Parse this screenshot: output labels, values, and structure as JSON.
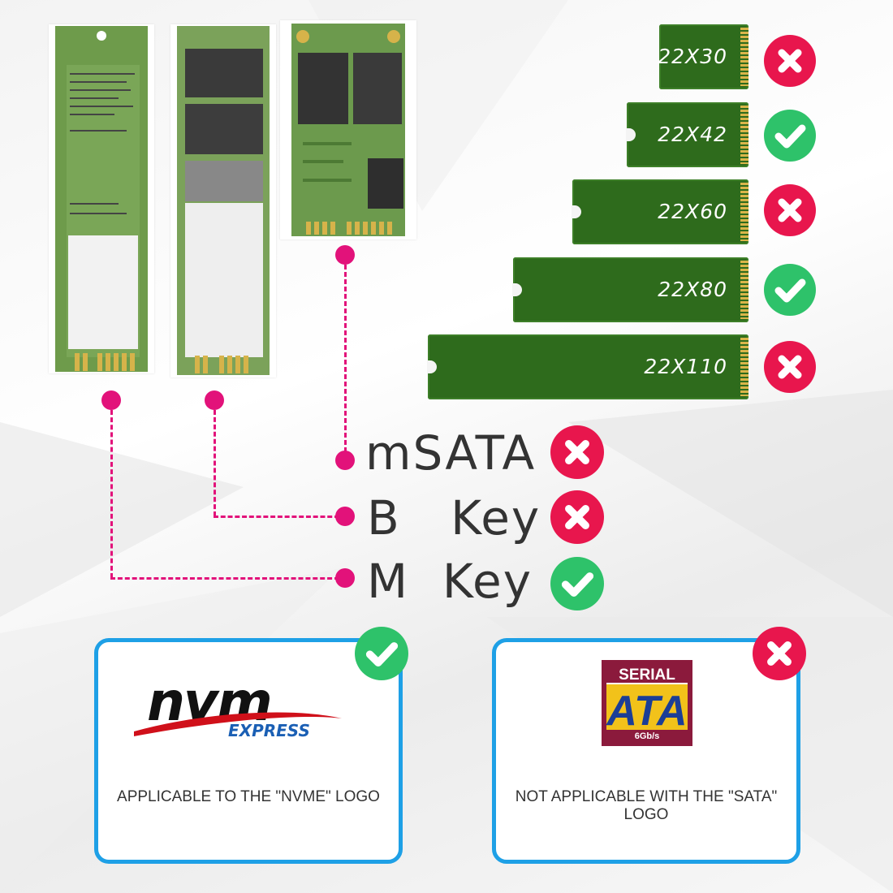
{
  "sizes": [
    {
      "label": "22X30",
      "supported": false
    },
    {
      "label": "22X42",
      "supported": true
    },
    {
      "label": "22X60",
      "supported": false
    },
    {
      "label": "22X80",
      "supported": true
    },
    {
      "label": "22X110",
      "supported": false
    }
  ],
  "keys": [
    {
      "label": "mSATA",
      "supported": false
    },
    {
      "label": "B   Key",
      "supported": false
    },
    {
      "label": "M  Key",
      "supported": true
    }
  ],
  "logos": {
    "nvme": {
      "word": "nvm",
      "sub": "EXPRESS",
      "caption": "APPLICABLE TO THE \"NVME\" LOGO",
      "supported": true
    },
    "sata": {
      "top": "SERIAL",
      "main": "ATA",
      "speed": "6Gb/s",
      "caption": "NOT APPLICABLE WITH THE \"SATA\" LOGO",
      "supported": false
    }
  },
  "colors": {
    "accent": "#e2127a",
    "ok": "#2ec26a",
    "bad": "#e8164d",
    "panel_border": "#1ea0e6",
    "pcb": "#2e6b1c"
  },
  "icons": {
    "yes": "check-icon",
    "no": "cross-icon"
  }
}
